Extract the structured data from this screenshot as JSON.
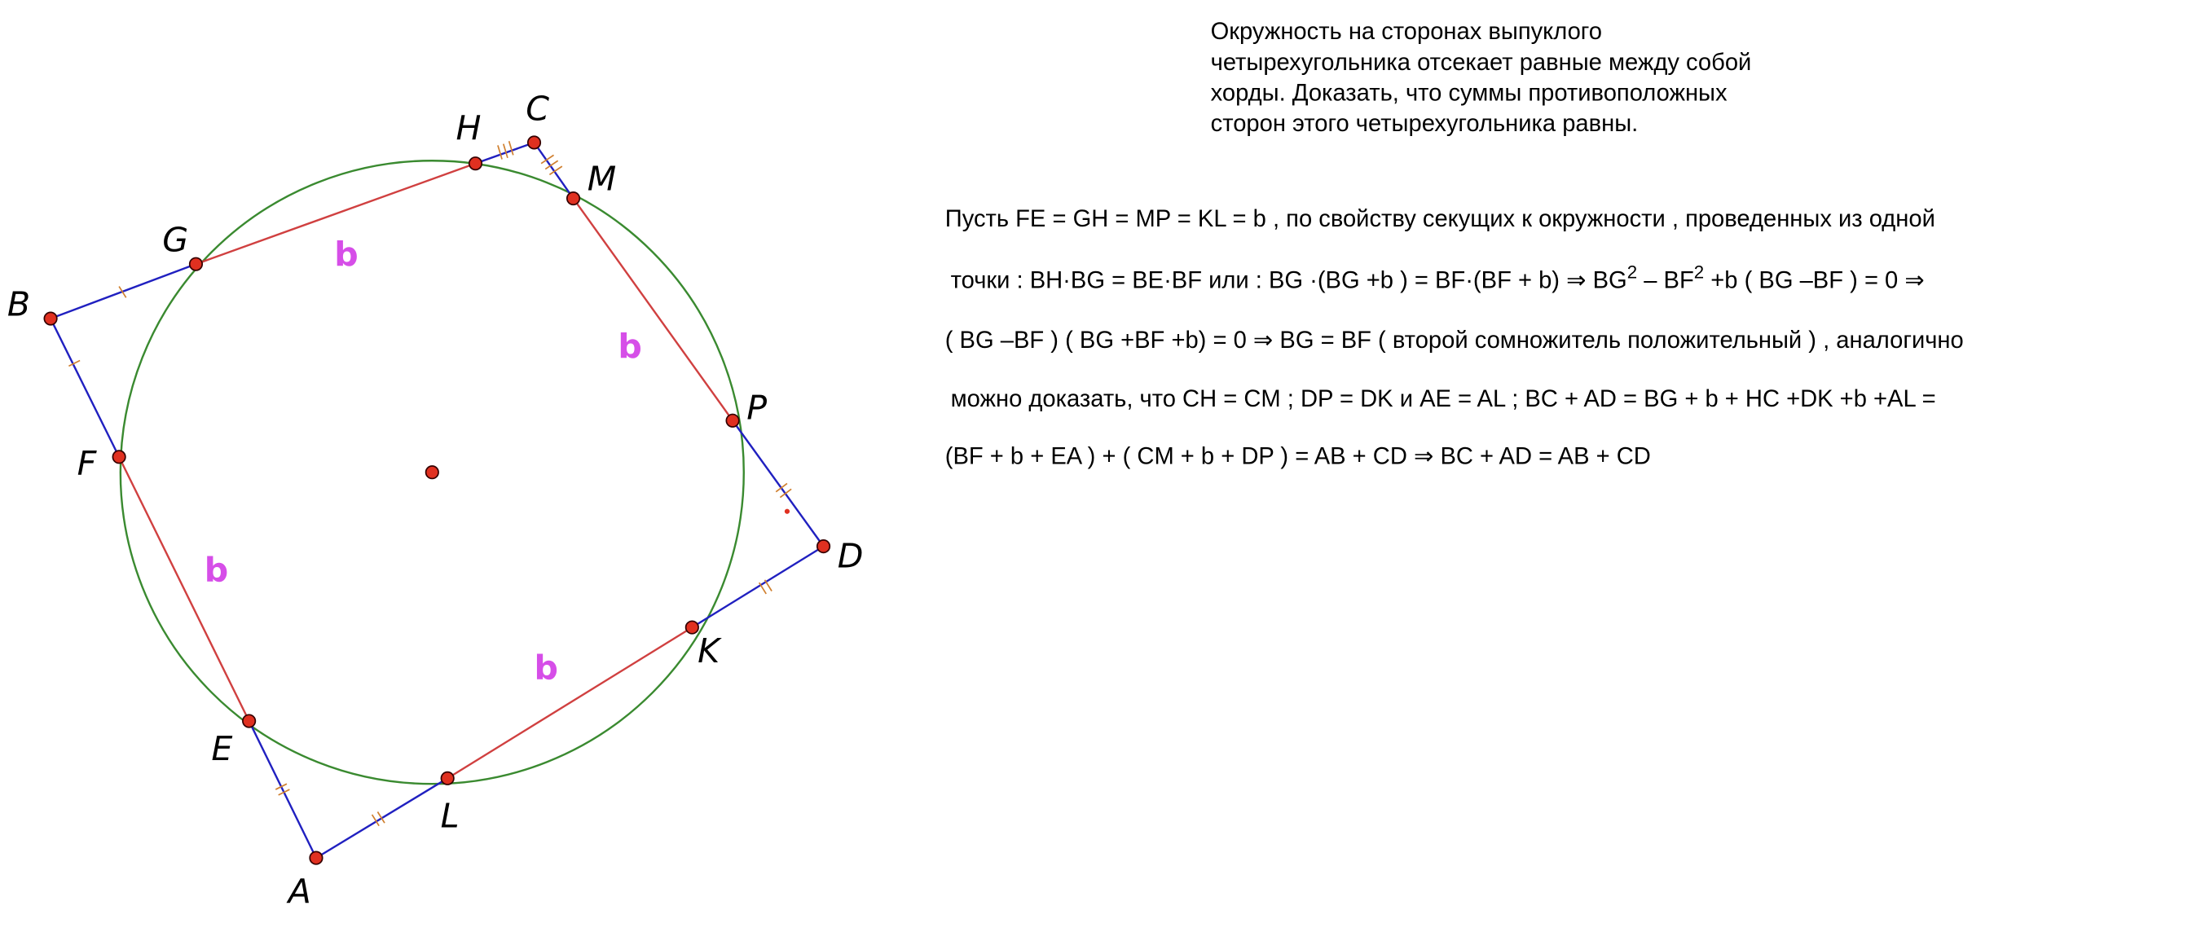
{
  "problem": {
    "lines": [
      "Окружность на сторонах выпуклого",
      "четырехугольника отсекает равные между собой",
      "хорды. Доказать, что суммы противоположных",
      "сторон этого четырехугольника равны."
    ]
  },
  "solution": {
    "line1": "Пусть FE = GH = MP = KL = b , по свойству секущих к окружности , проведенных из одной",
    "line2a": "точки : BH·BG = BE·BF  или : BG  ·(BG +b ) = BF·(BF + b) ⇒ BG",
    "sup1": "2",
    "line2b": " – BF",
    "sup2": "2",
    "line2c": " +b ( BG –BF ) = 0 ⇒",
    "line3": "( BG –BF ) ( BG +BF +b) = 0 ⇒ BG = BF (  второй сомножитель положительный ) , аналогично",
    "line4": "можно доказать, что  CH = CM ; DP = DK и AE = AL ; BC + AD = BG + b + HC +DK +b +AL =",
    "line5": "(BF + b + EA ) + ( CM + b + DP ) = AB + CD   ⇒   BC + AD =  AB + CD"
  },
  "figure": {
    "points": {
      "A": "A",
      "B": "B",
      "C": "C",
      "D": "D",
      "E": "E",
      "F": "F",
      "G": "G",
      "H": "H",
      "K": "K",
      "L": "L",
      "M": "M",
      "P": "P"
    },
    "chord_label": "b",
    "colors": {
      "circle": "#3a8a30",
      "sides": "#2020c0",
      "chords": "#d04040",
      "points": "#e03020",
      "chord_label": "#d64ee8"
    }
  }
}
